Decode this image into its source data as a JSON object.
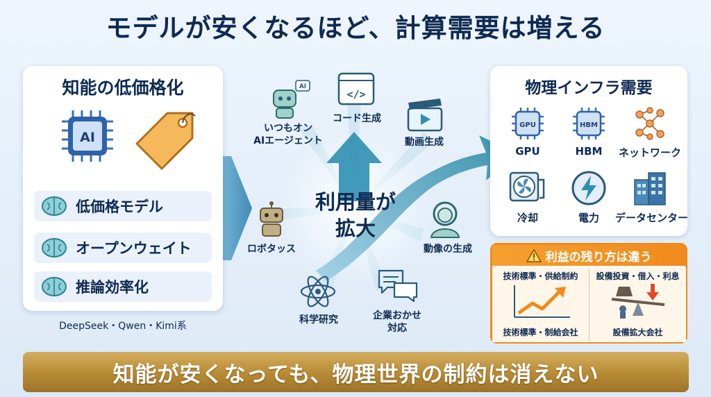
{
  "title": "モデルが安くなるほど、計算需要は増える",
  "left_panel": {
    "title": "知能の低価格化",
    "chip_text": "AI",
    "items": [
      {
        "label": "低価格モデル",
        "icon": "brain-icon"
      },
      {
        "label": "オープンウェイト",
        "icon": "brain-icon"
      },
      {
        "label": "推論効率化",
        "icon": "brain-icon"
      }
    ],
    "footnote": "DeepSeek・Qwen・Kimi系"
  },
  "center": {
    "label_line1": "利用量が",
    "label_line2": "拡大",
    "categories": [
      {
        "line1": "いつもオン",
        "line2": "AIエージェント",
        "icon": "robot-chat-icon",
        "badge": "AI"
      },
      {
        "line1": "コード生成",
        "line2": "",
        "icon": "code-icon",
        "code_glyph": "</>"
      },
      {
        "line1": "動画生成",
        "line2": "",
        "icon": "clapperboard-icon"
      },
      {
        "line1": "ロボタッス",
        "line2": "",
        "icon": "robot-icon"
      },
      {
        "line1": "動像の生成",
        "line2": "",
        "icon": "person-icon"
      },
      {
        "line1": "科学研究",
        "line2": "",
        "icon": "atom-icon"
      },
      {
        "line1": "企業おかせ",
        "line2": "対応",
        "icon": "chat-bubbles-icon"
      }
    ]
  },
  "right_panel": {
    "title": "物理インフラ需要",
    "items": [
      {
        "label": "GPU",
        "icon": "gpu-chip-icon",
        "chip_text": "GPU"
      },
      {
        "label": "HBM",
        "icon": "hbm-chip-icon",
        "chip_text": "HBM"
      },
      {
        "label": "ネットワーク",
        "icon": "network-icon"
      },
      {
        "label": "冷却",
        "icon": "cooling-fan-icon"
      },
      {
        "label": "電力",
        "icon": "lightning-icon"
      },
      {
        "label": "データセンター",
        "icon": "building-icon"
      }
    ]
  },
  "profit_box": {
    "heading": "利益の残り方は違う",
    "left_header": "技術標準・供給制約",
    "left_footer": "技術標準・制給会社",
    "right_header": "設備投資・借入・利息",
    "right_footer": "設備拡大会社"
  },
  "bottom_banner": "知能が安くなっても、物理世界の制約は消えない",
  "colors": {
    "navy": "#0e2a52",
    "accent_teal": "#2f8fb3",
    "orange": "#f08a1c",
    "gold": "#b88a34"
  }
}
